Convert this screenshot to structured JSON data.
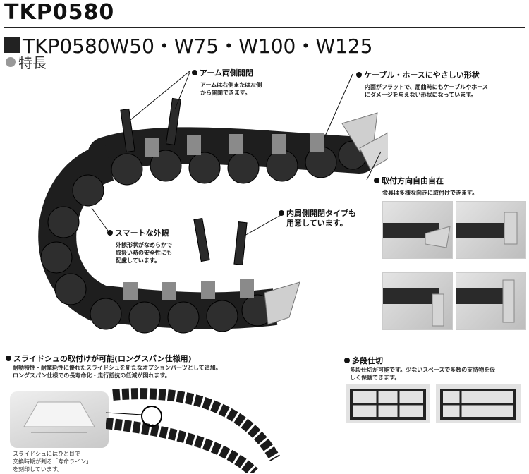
{
  "header": {
    "model": "TKP0580",
    "series": "TKP0580W50・W75・W100・W125",
    "feature_heading": "特長"
  },
  "callouts": {
    "arm": {
      "title": "アーム両側開閉",
      "desc": "アームは右側または左側\nから開閉できます。"
    },
    "cable": {
      "title": "ケーブル・ホースにやさしい形状",
      "desc": "内面がフラットで、屈曲時にもケーブルやホース\nにダメージを与えない形状になっています。"
    },
    "mount": {
      "title": "取付方向自由自在",
      "desc": "金具は多様な向きに取付けできます。"
    },
    "inner": {
      "title": "内周側開閉タイプも\n用意しています。"
    },
    "smart": {
      "title": "スマートな外観",
      "desc": "外観形状がなめらかで\n取扱い時の安全性にも\n配慮しています。"
    }
  },
  "slide": {
    "title": "スライドシュの取付けが可能(ロングスパン仕様用)",
    "desc": "耐動特性・耐摩耗性に優れたスライドシュを新たなオプションパーツとして追加。\nロングスパン仕様での長寿命化・走行抵抗の低減が図れます。",
    "note": "スライドシュにはひと目で\n交換時期が判る「寿命ライン」\nを刻印しています。"
  },
  "multi": {
    "title": "多段仕切",
    "desc": "多段仕切が可能です。少ないスペースで多数の支持物を仮\nしく保護できます。"
  },
  "colors": {
    "chain": "#1e1e1e",
    "bracket": "#cfcfcf",
    "accent": "#111111"
  }
}
